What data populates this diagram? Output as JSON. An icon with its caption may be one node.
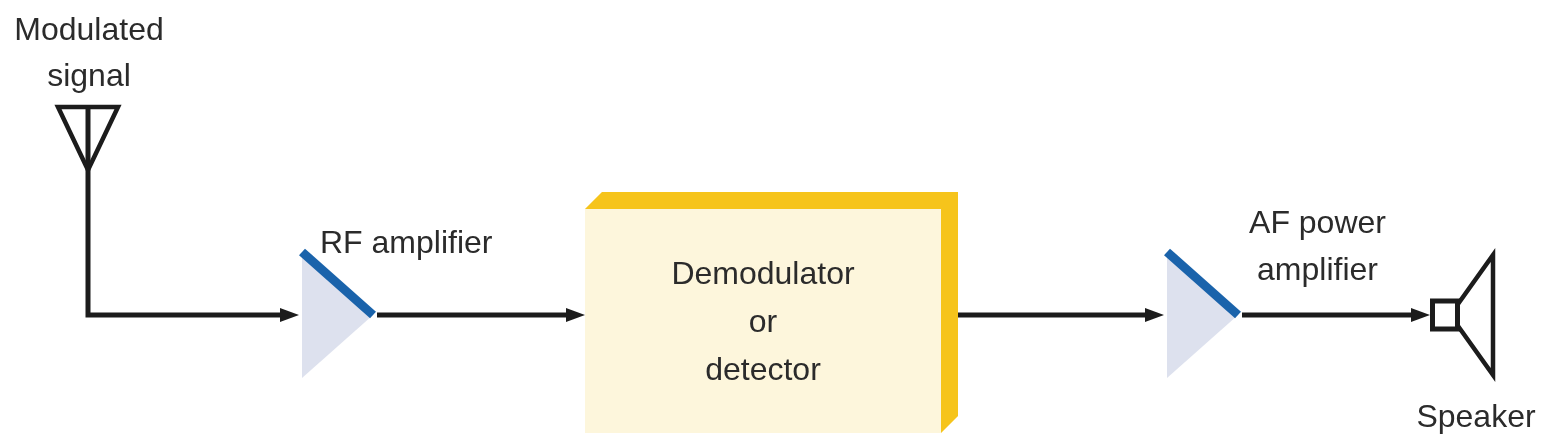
{
  "diagram": {
    "nodes": [
      {
        "text": [],
        "shape": "antenna",
        "beside": [
          "Modulated signal"
        ]
      },
      {
        "text": [],
        "shape": "triangle",
        "beside": [
          "RF amplifier"
        ]
      },
      {
        "text": [
          "Demodulator or detector"
        ]
      },
      {
        "text": [],
        "shape": "triangle",
        "beside": [
          "AF power amplifier"
        ]
      },
      {
        "text": [],
        "shape": "speaker",
        "beside": [
          "Speaker"
        ]
      }
    ],
    "edges": [
      {
        "from": 0,
        "to": 1,
        "arrow": "to"
      },
      {
        "from": 1,
        "to": 2,
        "arrow": "to"
      },
      {
        "from": 2,
        "to": 3,
        "arrow": "to"
      },
      {
        "from": 3,
        "to": 4,
        "arrow": "to"
      }
    ]
  }
}
